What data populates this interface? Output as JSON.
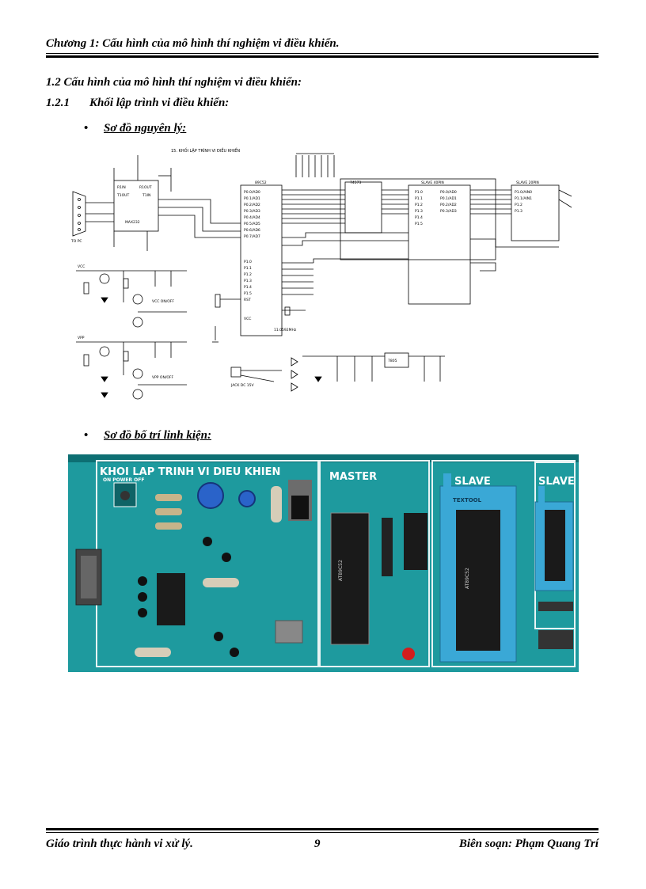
{
  "header": {
    "chapter_title": "Chương 1: Cấu hình của mô hình thí nghiệm vi điều khiển."
  },
  "section": {
    "heading": "1.2  Cấu hình của mô hình thí nghiệm vi điều khiển:",
    "subsection_number": "1.2.1",
    "subsection_title": "Khối lập trình  vi điều khiển:"
  },
  "bullets": [
    {
      "label": "Sơ đồ nguyên lý:"
    },
    {
      "label": "Sơ đồ bố trí linh kiện:"
    }
  ],
  "schematic": {
    "title": "15. KHỐI LẬP TRÌNH VI ĐIỀU KHIỂN",
    "labels": {
      "max": "MAX232",
      "master": "89C52",
      "latch": "74573",
      "slave40": "SLAVE 40PIN",
      "slave20": "SLAVE 20PIN",
      "crystal": "11.0592MHz",
      "connector": "TO PC",
      "jack": "JACK DC 15V",
      "regulator": "7805",
      "vcc": "VCC",
      "vpp": "VPP",
      "vpp_on_off": "VPP ON/OFF",
      "vcc_on_off": "VCC ON/OFF"
    }
  },
  "photo": {
    "board_title": "KHOI LAP TRINH VI DIEU KHIEN",
    "power_label": "ON  POWER  OFF",
    "master_label": "MASTER",
    "slave_label_1": "SLAVE",
    "slave_label_2": "SLAVE",
    "master_chip": "AT89C52",
    "slave_chip": "AT89C52",
    "zif_label": "TEXTOOL",
    "colors": {
      "board": "#1e9a9e",
      "chip": "#1a1a1a",
      "zif": "#3aa8d6"
    }
  },
  "footer": {
    "left": "Giáo trình thực hành vi xử lý.",
    "page_number": "9",
    "right": "Biên soạn: Phạm Quang Trí"
  }
}
